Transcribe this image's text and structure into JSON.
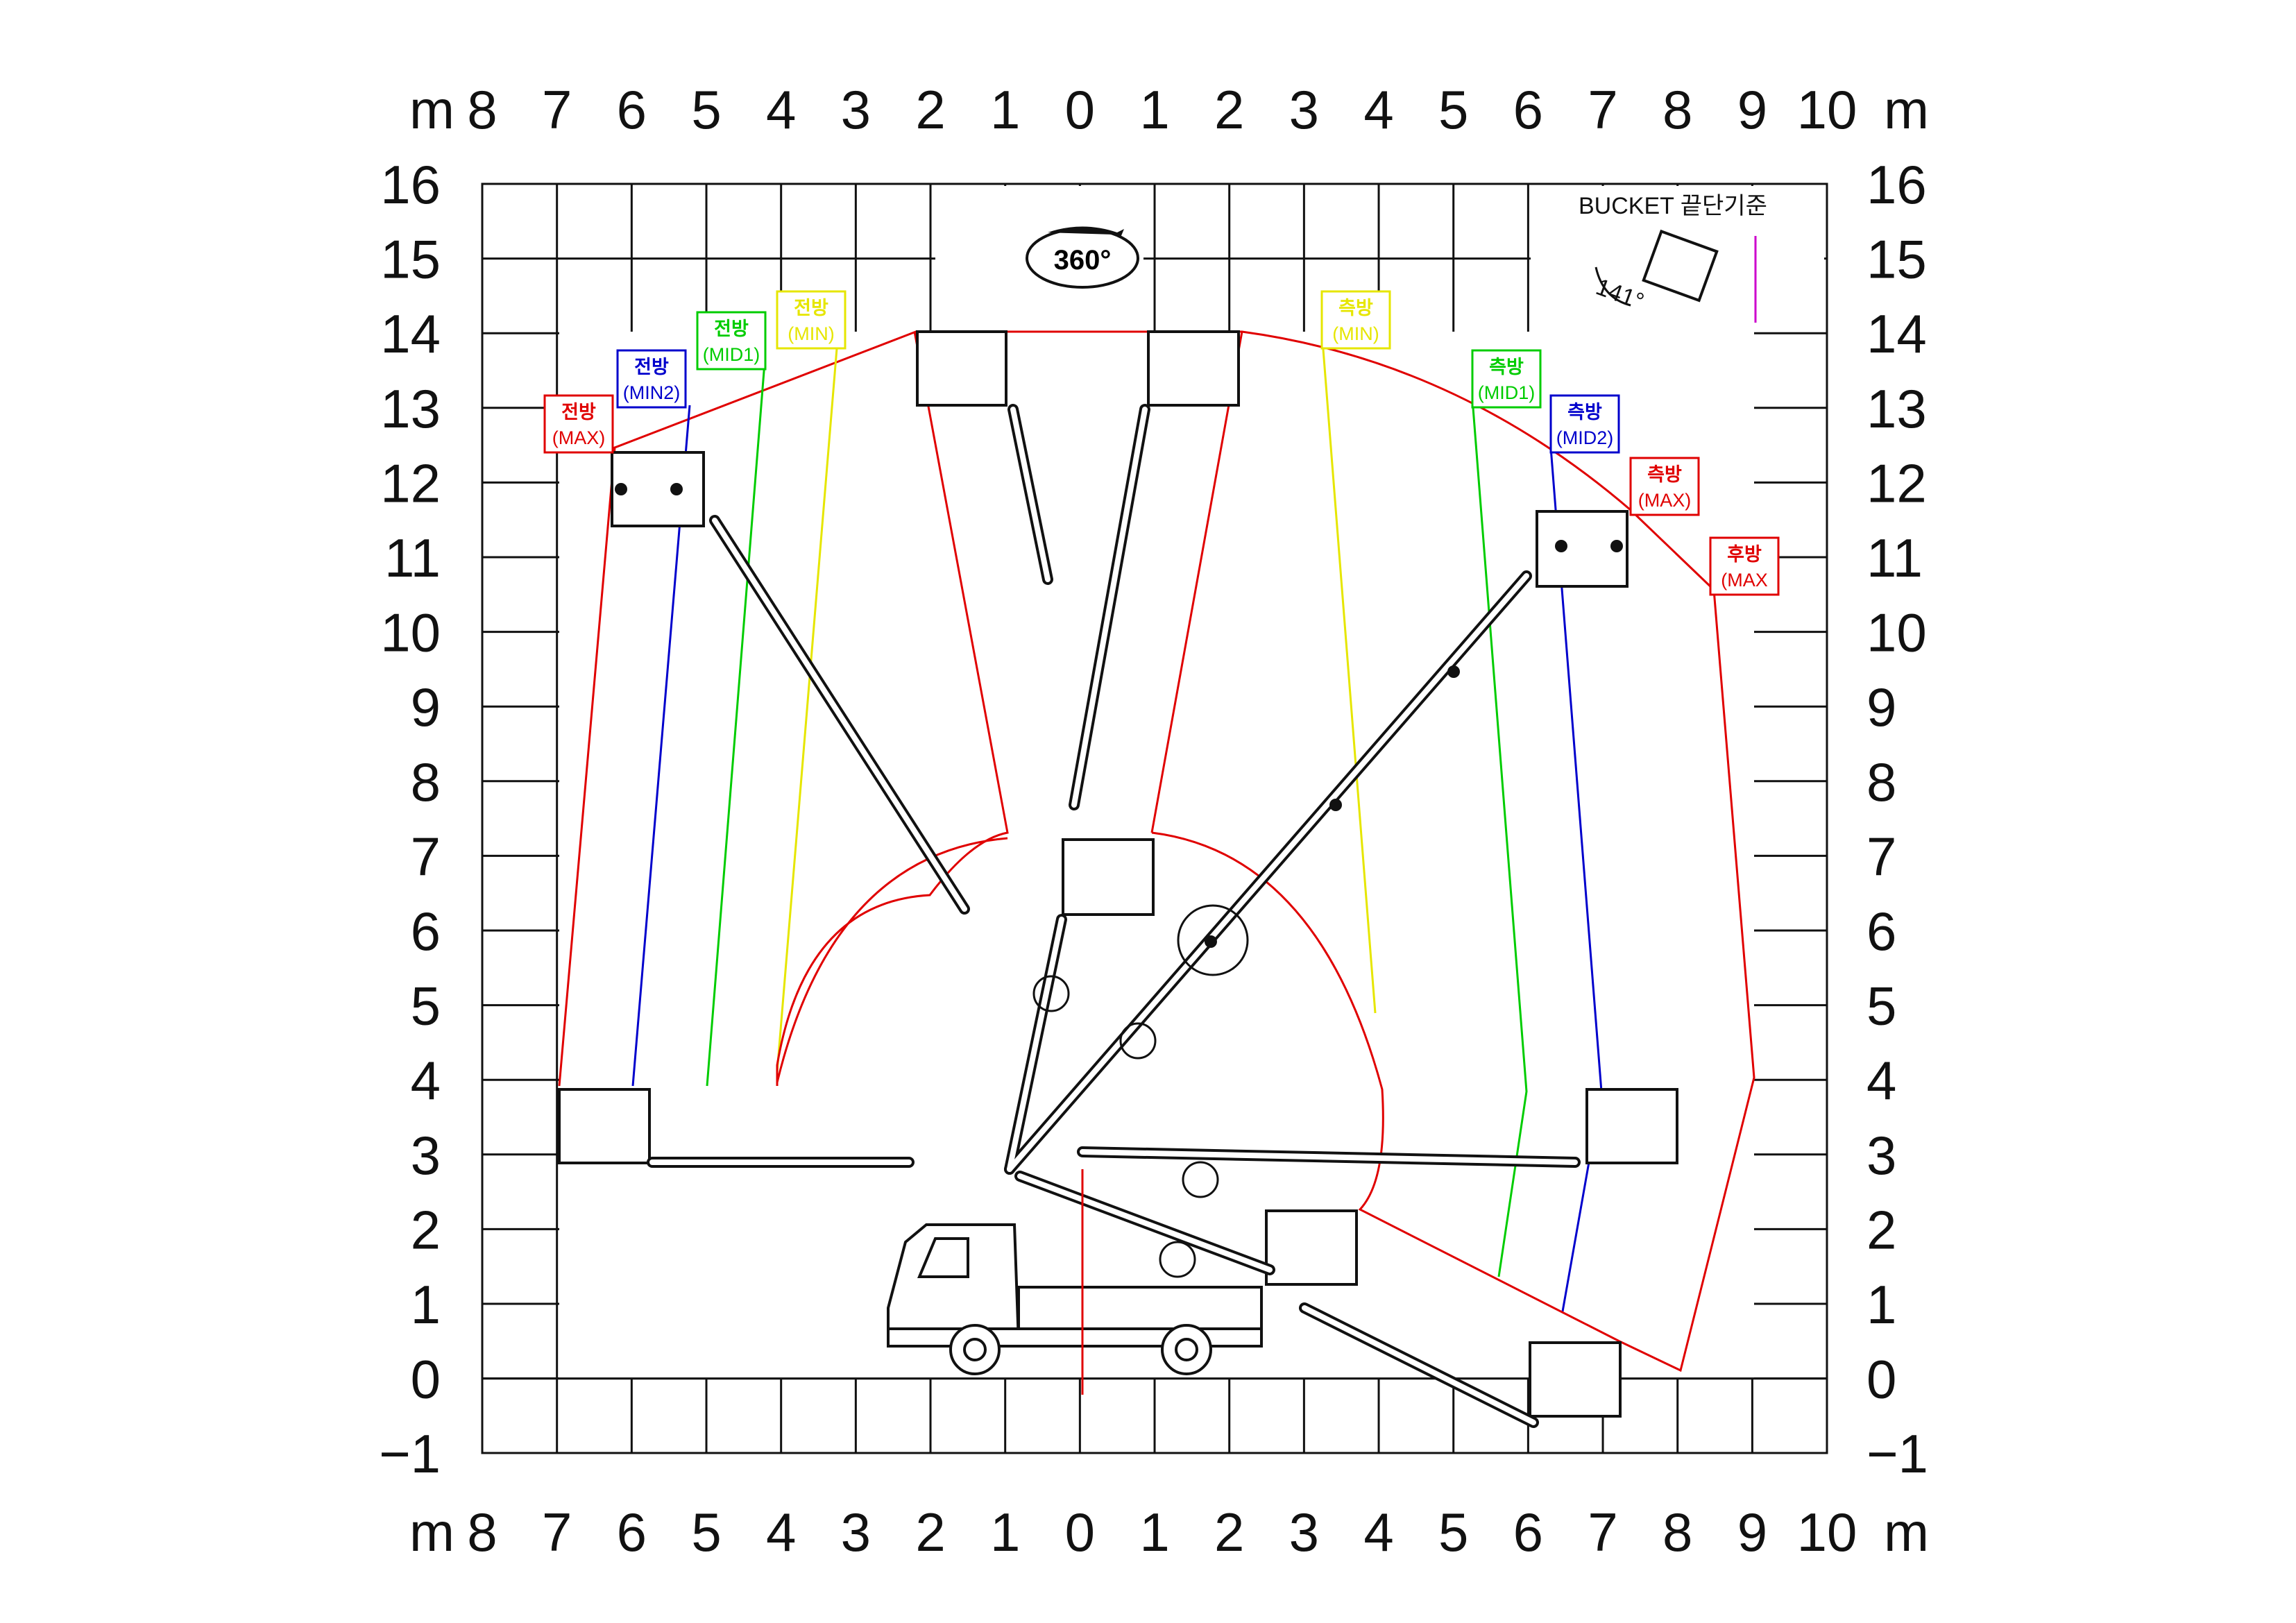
{
  "axes": {
    "unit_label": "m",
    "x_top_labels": [
      "8",
      "7",
      "6",
      "5",
      "4",
      "3",
      "2",
      "1",
      "0",
      "1",
      "2",
      "3",
      "4",
      "5",
      "6",
      "7",
      "8",
      "9",
      "10"
    ],
    "x_bottom_labels": [
      "8",
      "7",
      "6",
      "5",
      "4",
      "3",
      "2",
      "1",
      "0",
      "1",
      "2",
      "3",
      "4",
      "5",
      "6",
      "7",
      "8",
      "9",
      "10"
    ],
    "y_labels": [
      "16",
      "15",
      "14",
      "13",
      "12",
      "11",
      "10",
      "9",
      "8",
      "7",
      "6",
      "5",
      "4",
      "3",
      "2",
      "1",
      "0",
      "−1"
    ]
  },
  "rotation_badge": {
    "text": "360°"
  },
  "bucket_note": {
    "title": "BUCKET 끝단기준",
    "angle": "141°"
  },
  "envelope_labels": [
    {
      "id": "front-max",
      "line1": "전방",
      "line2": "(MAX)",
      "color": "#e00000"
    },
    {
      "id": "front-min2",
      "line1": "전방",
      "line2": "(MIN2)",
      "color": "#0000cc"
    },
    {
      "id": "front-mid1",
      "line1": "전방",
      "line2": "(MID1)",
      "color": "#00cc00"
    },
    {
      "id": "front-min",
      "line1": "전방",
      "line2": "(MIN)",
      "color": "#e6e600"
    },
    {
      "id": "side-min",
      "line1": "측방",
      "line2": "(MIN)",
      "color": "#e6e600"
    },
    {
      "id": "side-mid1",
      "line1": "측방",
      "line2": "(MID1)",
      "color": "#00cc00"
    },
    {
      "id": "side-mid2",
      "line1": "측방",
      "line2": "(MID2)",
      "color": "#0000cc"
    },
    {
      "id": "side-max",
      "line1": "측방",
      "line2": "(MAX)",
      "color": "#e00000"
    },
    {
      "id": "rear-max",
      "line1": "후방",
      "line2": "(MAX",
      "color": "#e00000"
    }
  ],
  "colors": {
    "grid": "#111111",
    "max": "#e00000",
    "min2_mid2": "#0000cc",
    "mid1": "#00cc00",
    "min": "#e6e600",
    "accent": "#cc00cc"
  }
}
